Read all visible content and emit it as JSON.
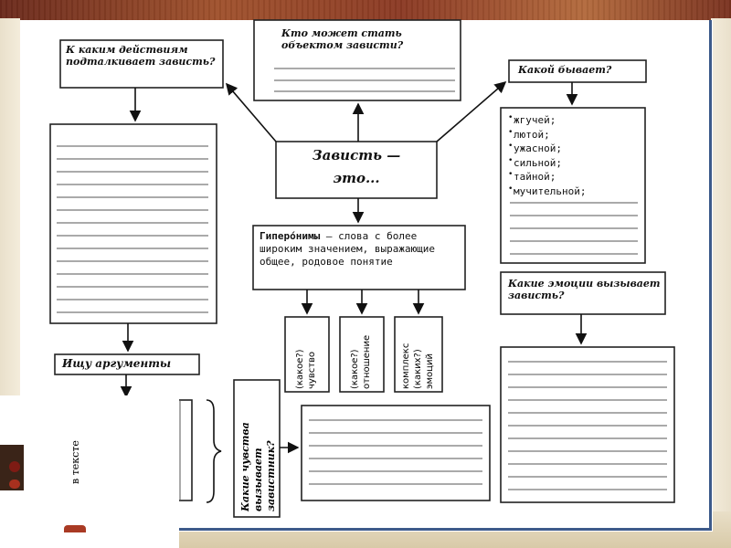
{
  "center": {
    "title": "Зависть —",
    "subtitle": "это..."
  },
  "top_box": {
    "question": "Кто может стать объектом зависти?"
  },
  "left_top_box": {
    "question": "К каким действиям подталкивает зависть?"
  },
  "right_top_box": {
    "question": "Какой бывает?",
    "items": [
      "жгучей;",
      "лютой;",
      "ужасной;",
      "сильной;",
      "тайной;",
      "мучительной;"
    ]
  },
  "hyperonyms": {
    "term": "Гиперо́нимы",
    "definition": " — слова с более широким значением, выражающие общее, родовое понятие"
  },
  "subtypes": [
    {
      "line1": "(какое?)",
      "line2": "чувство"
    },
    {
      "line1": "(какое?)",
      "line2": "отношение"
    },
    {
      "line1": "комплекс",
      "line2": "(каких?)",
      "line3": "эмоций"
    }
  ],
  "arguments": {
    "label": "Ищу аргументы",
    "column": "в тексте"
  },
  "feelings": {
    "question": "Какие чувства вызывает завистник?"
  },
  "emotions": {
    "question": "Какие эмоции вызывает зависть?"
  }
}
